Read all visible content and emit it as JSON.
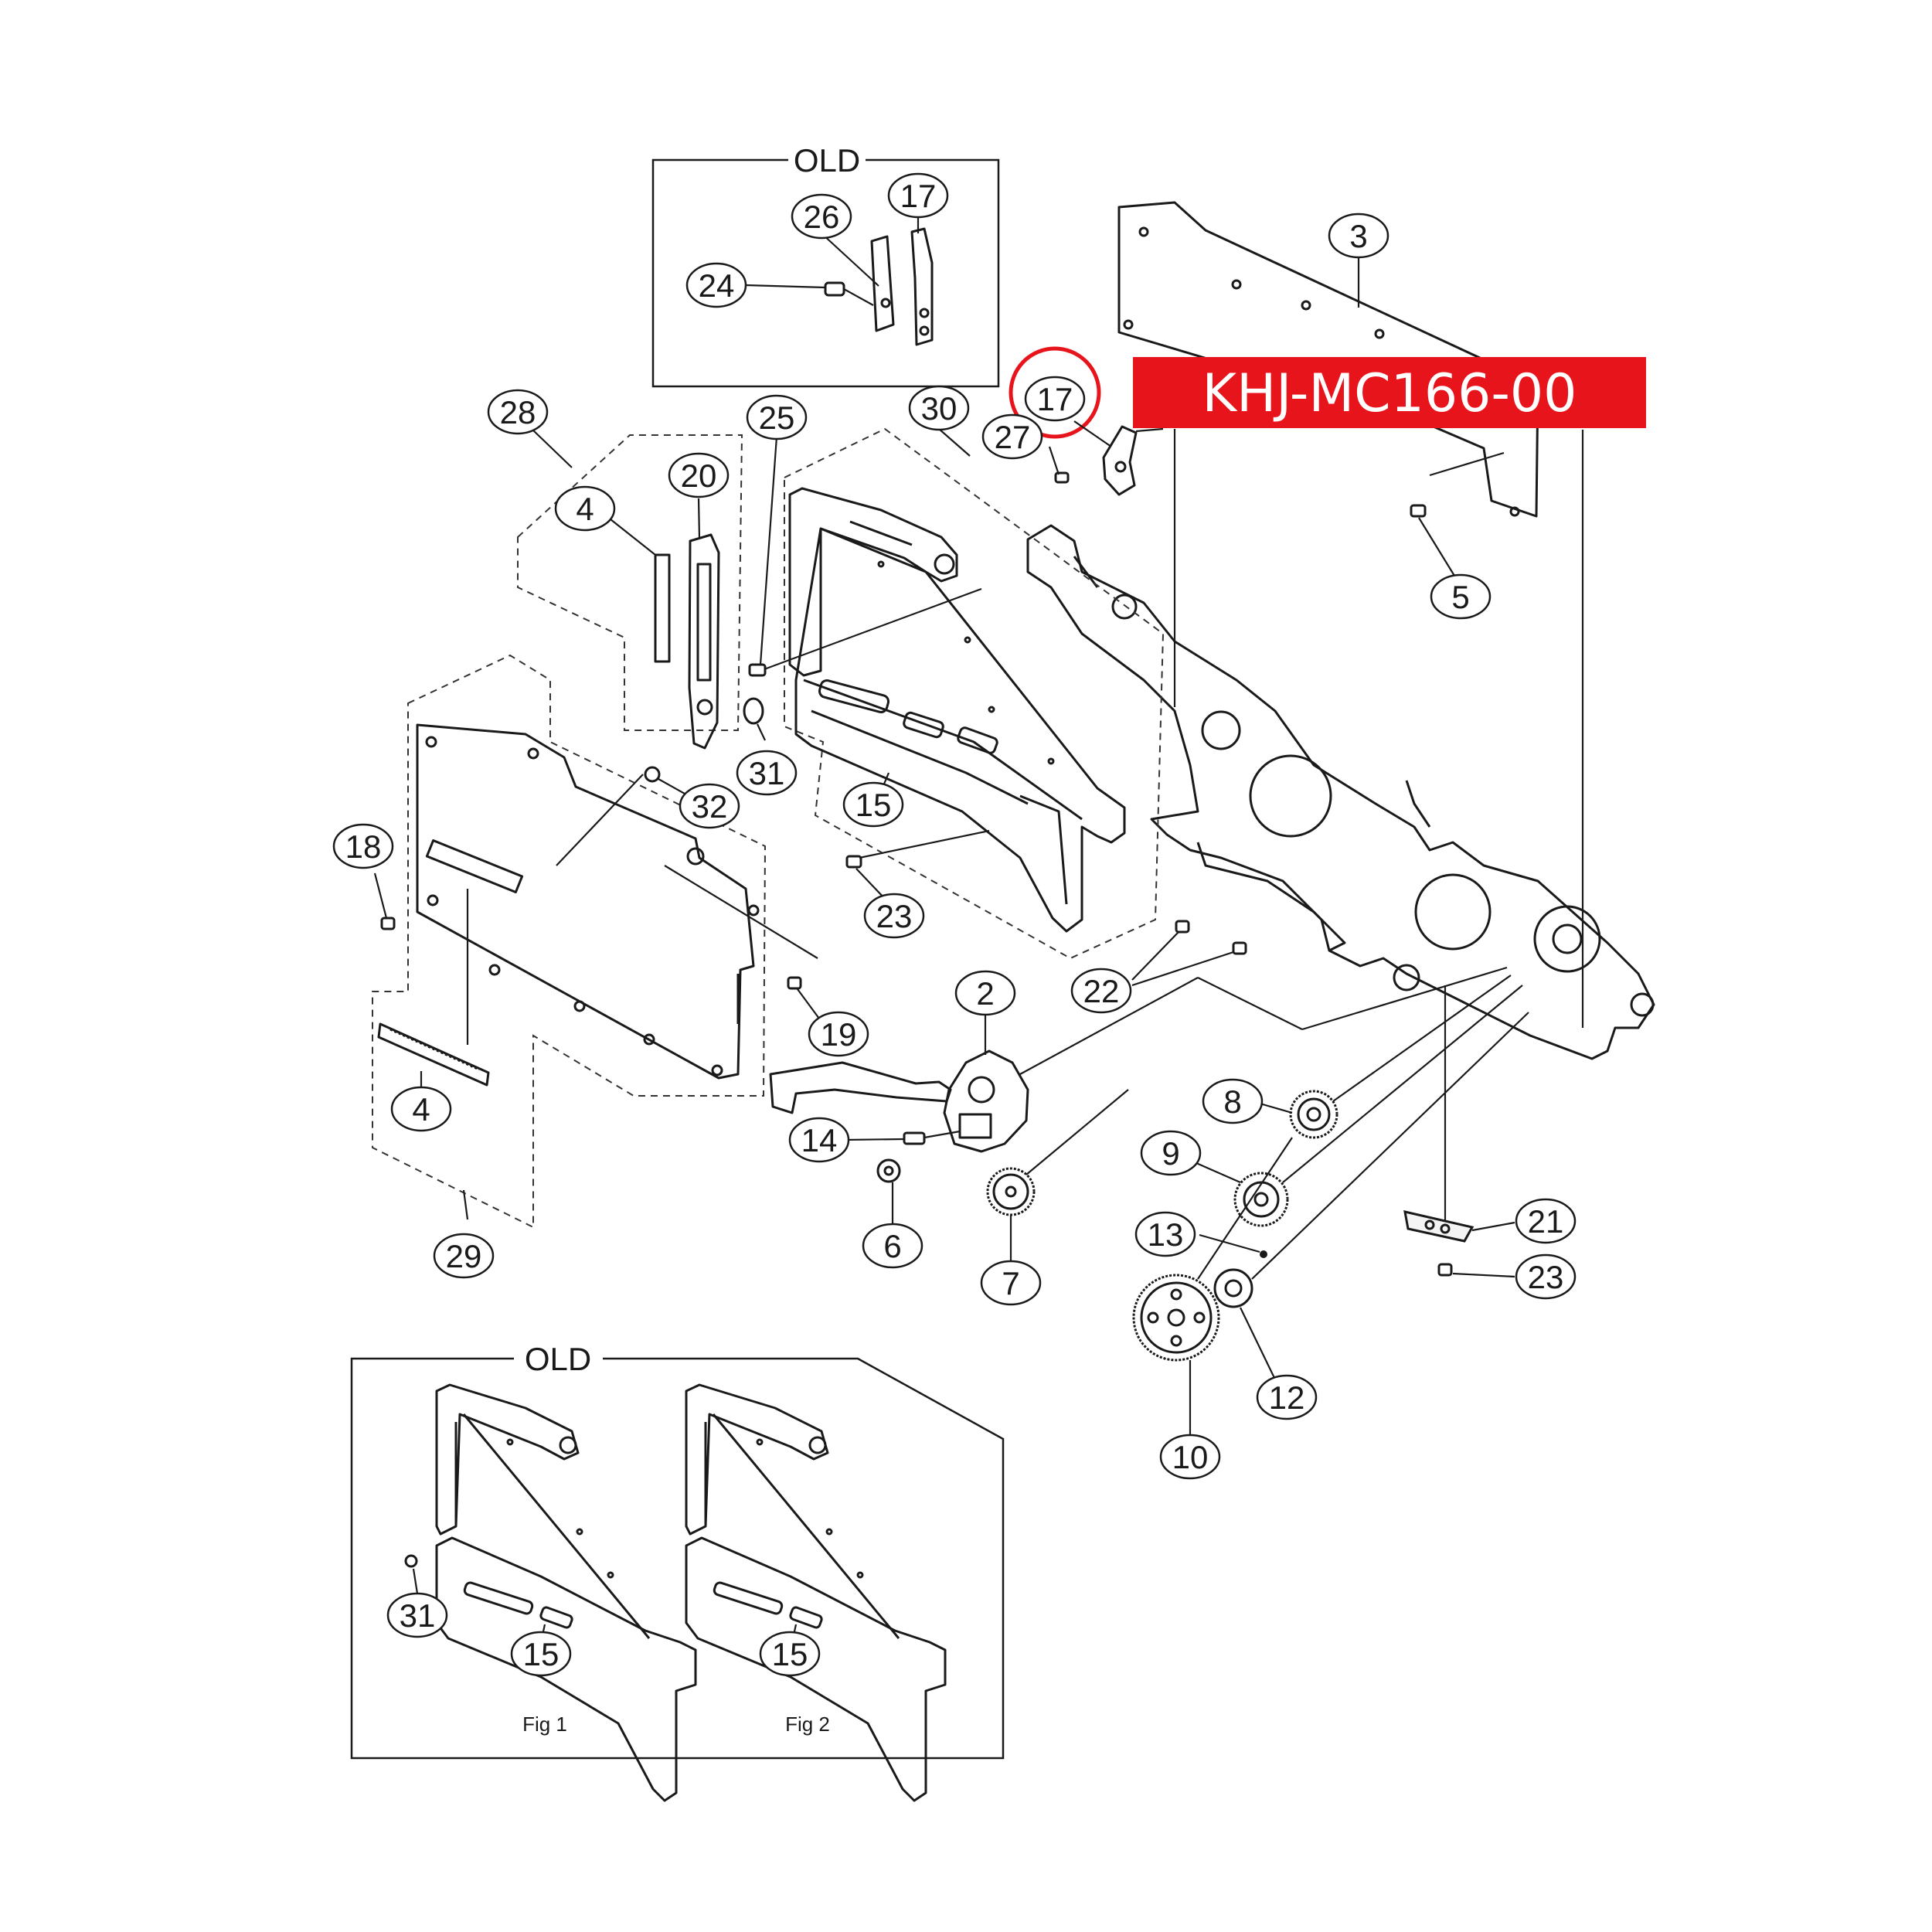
{
  "banner": {
    "part_number": "KHJ-MC166-00",
    "color": "#e8141b"
  },
  "highlight": {
    "item": "17",
    "color": "#e8141b"
  },
  "boxes": {
    "top_old": "OLD",
    "bottom_old": "OLD"
  },
  "figures": {
    "fig1": "Fig 1",
    "fig2": "Fig 2"
  },
  "labels": [
    "3",
    "5",
    "17",
    "26",
    "24",
    "17",
    "27",
    "28",
    "25",
    "30",
    "20",
    "4",
    "31",
    "32",
    "15",
    "18",
    "23",
    "19",
    "22",
    "2",
    "4",
    "8",
    "14",
    "9",
    "6",
    "7",
    "13",
    "21",
    "23",
    "29",
    "12",
    "10",
    "31",
    "15",
    "15"
  ]
}
